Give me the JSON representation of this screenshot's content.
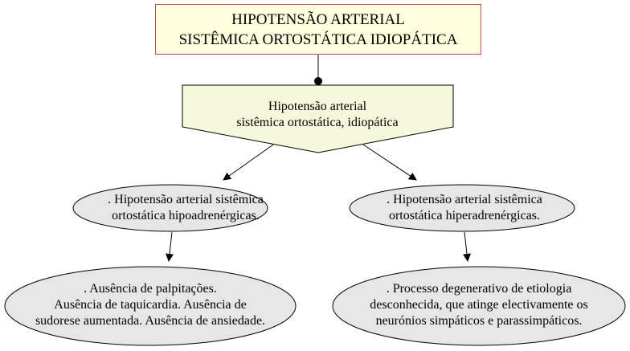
{
  "title": {
    "line1": "HIPOTENSÃO ARTERIAL",
    "line2": "SISTÊMICA ORTOSTÁTICA IDIOPÁTICA"
  },
  "main_node": {
    "line1": "Hipotensão arterial",
    "line2": "sistêmica ortostática, idiopática"
  },
  "left_branch": {
    "type_node": {
      "line1": ". Hipotensão arterial sistêmica",
      "line2": "ortostática hipoadrenérgicas."
    },
    "detail_node": {
      "line1": ". Ausência de palpitações.",
      "line2": "Ausência de taquicardia. Ausência de",
      "line3": "sudorese aumentada. Ausência de ansiedade."
    }
  },
  "right_branch": {
    "type_node": {
      "line1": ".  Hipotensão arterial sistêmica",
      "line2": "ortostática hiperadrenérgicas."
    },
    "detail_node": {
      "line1": ". Processo degenerativo de etiologia",
      "line2": "desconhecida, que atinge electivamente os",
      "line3": "neurónios simpáticos e parassimpáticos."
    }
  },
  "colors": {
    "title_fill": "#ffffe0",
    "title_border": "#c0504d",
    "main_fill": "#f7f7dc",
    "ellipse_fill": "#e6e6e6",
    "stroke": "#000000"
  }
}
